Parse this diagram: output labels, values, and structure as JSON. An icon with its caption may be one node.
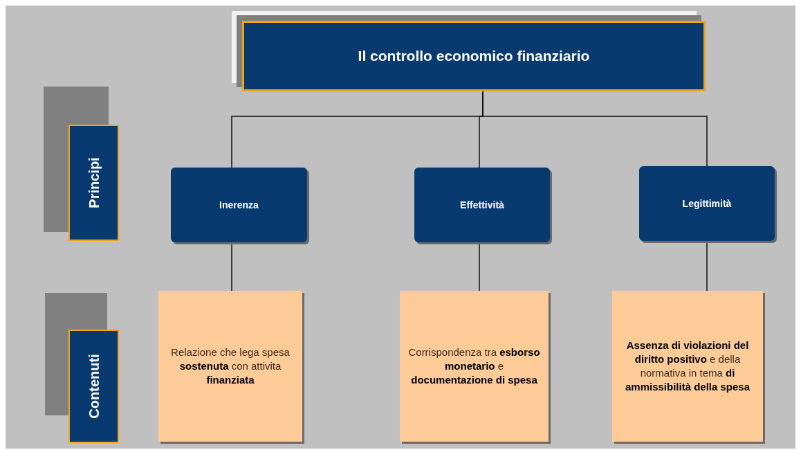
{
  "diagram": {
    "nodes": [
      {
        "text": [
          "Il controllo economico finanziario"
        ]
      },
      {
        "text": [
          "Principi"
        ]
      },
      {
        "text": [
          "Contenuti"
        ]
      },
      {
        "text": [
          "Inerenza"
        ]
      },
      {
        "text": [
          "Effettività"
        ]
      },
      {
        "text": [
          "Legittimità"
        ]
      },
      {
        "text": [
          "Relazione che lega spesa **sostenuta** con attivita **finanziata**"
        ]
      },
      {
        "text": [
          "Corrispondenza tra **esborso monetario** e **documentazione di spesa**"
        ]
      },
      {
        "text": [
          "**Assenza di violazioni del diritto positivo** e della normativa in tema **di ammissibilità della spesa**"
        ]
      }
    ],
    "edges": [
      {
        "from": 0,
        "to": 3,
        "arrow": "none"
      },
      {
        "from": 0,
        "to": 4,
        "arrow": "none"
      },
      {
        "from": 0,
        "to": 5,
        "arrow": "none"
      },
      {
        "from": 3,
        "to": 6,
        "arrow": "none"
      },
      {
        "from": 4,
        "to": 7,
        "arrow": "none"
      },
      {
        "from": 5,
        "to": 8,
        "arrow": "none"
      }
    ]
  }
}
